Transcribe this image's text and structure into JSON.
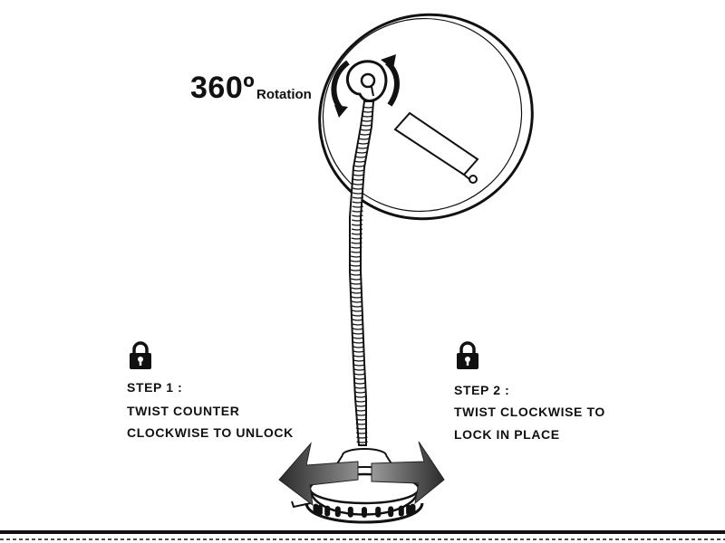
{
  "rotation": {
    "degrees": "360º",
    "word": "Rotation"
  },
  "step1": {
    "title": "STEP 1 :",
    "lines": [
      "TWIST COUNTER",
      "CLOCKWISE TO UNLOCK"
    ],
    "icon": "padlock-icon"
  },
  "step2": {
    "title": "STEP 2 :",
    "lines": [
      "TWIST CLOCKWISE TO",
      "LOCK IN PLACE"
    ],
    "icon": "padlock-icon"
  },
  "colors": {
    "ink": "#111111",
    "arrow_dark": "#3a3a3a",
    "arrow_light": "#8a8a8a",
    "background": "#ffffff"
  }
}
